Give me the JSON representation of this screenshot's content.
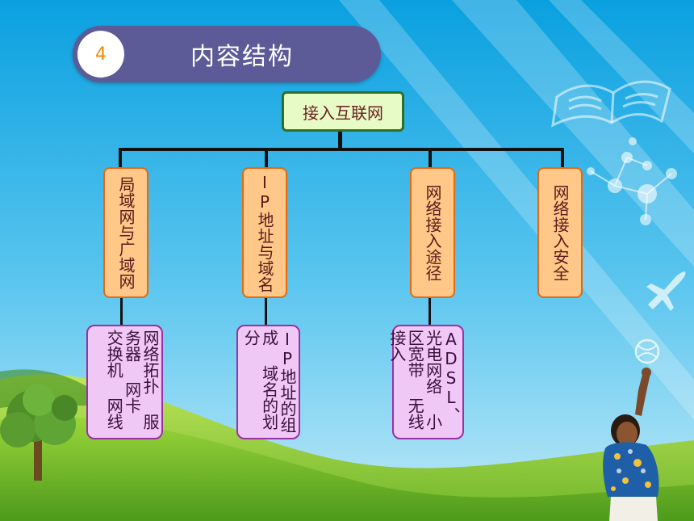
{
  "header": {
    "number": "4",
    "title": "内容结构"
  },
  "diagram": {
    "root": "接入互联网",
    "branches": [
      {
        "label": "局域网与广域网",
        "detail": "网络拓扑 服务器 网卡 交换机 网线"
      },
      {
        "label": "IP地址与域名",
        "detail": "IP地址的组成 域名的划分"
      },
      {
        "label": "网络接入途径",
        "detail": "ADSL、光电网络 小区宽带 无线接入"
      },
      {
        "label": "网络接入安全"
      }
    ]
  },
  "colors": {
    "header_bar": "#5c5a97",
    "header_number": "#f08a00",
    "root_fill": "#e7fbc6",
    "root_border": "#2f6f2a",
    "branch_fill": "#ffc888",
    "branch_border": "#e46a12",
    "detail_fill": "#f0c8f6",
    "detail_border": "#9b2fa6"
  },
  "icons": [
    "book-icon",
    "molecule-icon",
    "airplane-icon",
    "ball-icon",
    "tree-icon",
    "boy-figure-icon"
  ]
}
